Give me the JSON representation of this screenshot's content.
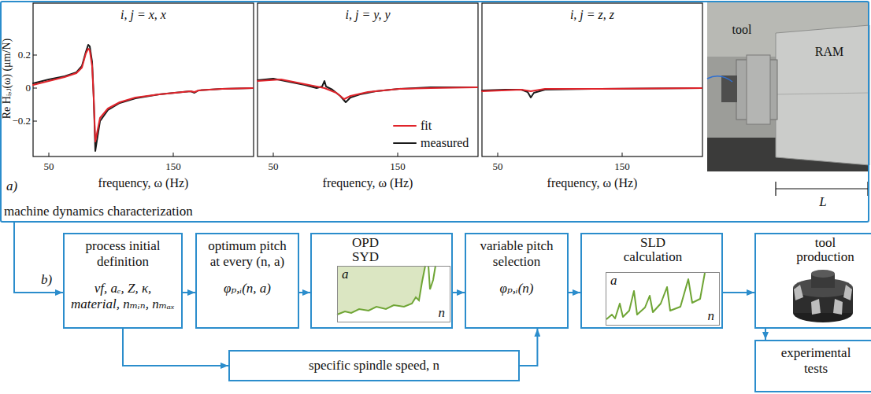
{
  "diagram": {
    "nodes": [
      {
        "text": [
          "machine dynamics characterization"
        ]
      },
      {
        "text": [
          "process initial definition",
          "vf, aₑ, Z, κ, material, nₘᵢₙ, nₘₐₓ"
        ]
      },
      {
        "text": [
          "optimum pitch at every (n, a)",
          "φₚ,ᵢ(n, a)"
        ]
      },
      {
        "text": [
          "OPD SYD"
        ]
      },
      {
        "text": [
          "a",
          "n"
        ],
        "in": 3
      },
      {
        "text": [
          "variable pitch selection",
          "φₚ,ᵢ(n)"
        ]
      },
      {
        "text": [
          "SLD calculation"
        ]
      },
      {
        "text": [
          "a",
          "n"
        ],
        "in": 6
      },
      {
        "text": [
          "tool production"
        ]
      },
      {
        "text": [
          "experimental tests"
        ]
      },
      {
        "text": [
          "specific spindle speed, n"
        ]
      }
    ],
    "edges": [
      {
        "from": 0,
        "to": 1,
        "arrow": "to"
      },
      {
        "from": 1,
        "to": 2,
        "arrow": "to"
      },
      {
        "from": 2,
        "to": 3,
        "arrow": "to"
      },
      {
        "from": 3,
        "to": 5,
        "arrow": "to"
      },
      {
        "from": 5,
        "to": 6,
        "arrow": "to"
      },
      {
        "from": 6,
        "to": 8,
        "arrow": "to"
      },
      {
        "from": 8,
        "to": 9,
        "arrow": "to"
      },
      {
        "from": 1,
        "to": 10,
        "arrow": "to"
      },
      {
        "from": 10,
        "to": 5,
        "arrow": "to"
      }
    ],
    "labels": [
      "a)",
      "Re Hᵢ,ⱼ(ω) (μm/N)",
      "0.2",
      "0",
      "−0.2",
      "i, j = x, x",
      "i, j = y, y",
      "i, j = z, z",
      "50",
      "150",
      "frequency, ω (Hz)",
      "50",
      "150",
      "frequency, ω (Hz)",
      "50",
      "150",
      "frequency, ω (Hz)",
      "tool",
      "RAM",
      "L",
      "b)"
    ],
    "legend": [
      {
        "text": "fit"
      },
      {
        "text": "measured"
      }
    ]
  }
}
